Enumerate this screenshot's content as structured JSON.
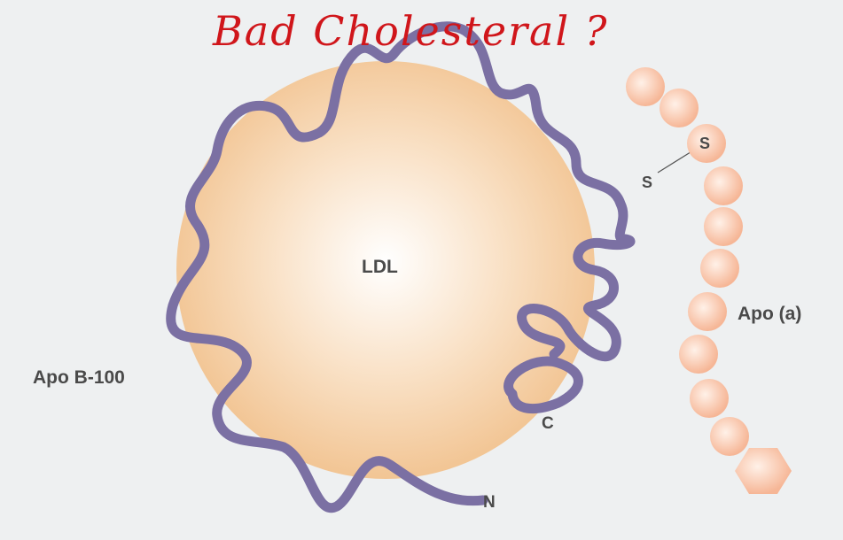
{
  "annotation": "Bad Cholesteral ?",
  "labels": {
    "particle": "LDL",
    "apob": "Apo B-100",
    "apoa": "Apo (a)",
    "s1": "S",
    "s2": "S",
    "c_term": "C",
    "n_term": "N"
  },
  "colors": {
    "background": "#eef0f1",
    "sphere_edge": "#f2c594",
    "ribbon": "#7b70a3",
    "bead": "#f8c2a4",
    "annotation": "#d0161b"
  }
}
